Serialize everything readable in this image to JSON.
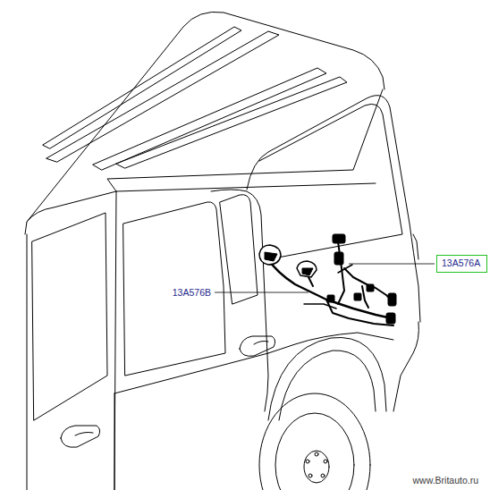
{
  "diagram": {
    "nodes": [
      {
        "text": [
          "13A576A"
        ]
      }
    ],
    "labels": [
      "13A576B",
      "www.Britauto.ru"
    ]
  }
}
